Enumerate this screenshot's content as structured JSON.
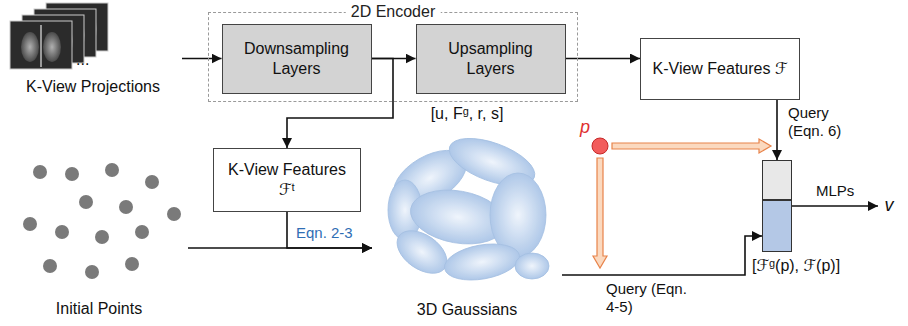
{
  "diagram": {
    "nodes": [
      {
        "text": [
          "K-View Projections"
        ]
      },
      {
        "text": [
          "2D Encoder"
        ]
      },
      {
        "text": [
          "Downsampling Layers"
        ],
        "in": 1
      },
      {
        "text": [
          "Upsampling Layers"
        ],
        "in": 1
      },
      {
        "text": [
          "K-View Features ℱ"
        ]
      },
      {
        "text": [
          "K-View Features ℱᵗ"
        ]
      },
      {
        "text": [
          "Initial Points"
        ]
      },
      {
        "text": [
          "[u, Fᵍ, r, s]",
          "3D Gaussians"
        ]
      },
      {
        "text": [
          "p"
        ]
      },
      {
        "text": [
          "[ℱᵍ(p), ℱ(p)]"
        ]
      },
      {
        "text": [
          "v"
        ]
      }
    ],
    "edges": [
      {
        "from": 0,
        "to": 2,
        "arrow": "to"
      },
      {
        "from": 2,
        "to": 3,
        "arrow": "to"
      },
      {
        "from": 3,
        "to": 4,
        "arrow": "to"
      },
      {
        "from": 2,
        "to": 5,
        "arrow": "to"
      },
      {
        "from": 6,
        "to": 7,
        "arrow": "to"
      },
      {
        "from": 5,
        "to": 7,
        "label": "Eqn. 2-3",
        "arrow": "to"
      },
      {
        "from": 4,
        "to": 9,
        "label": "Query (Eqn. 6)",
        "arrow": "to"
      },
      {
        "from": 7,
        "to": 9,
        "label": "Query (Eqn. 4-5)",
        "arrow": "to"
      },
      {
        "from": 9,
        "to": 10,
        "label": "MLPs",
        "arrow": "to"
      }
    ],
    "labels": [
      "..."
    ]
  }
}
